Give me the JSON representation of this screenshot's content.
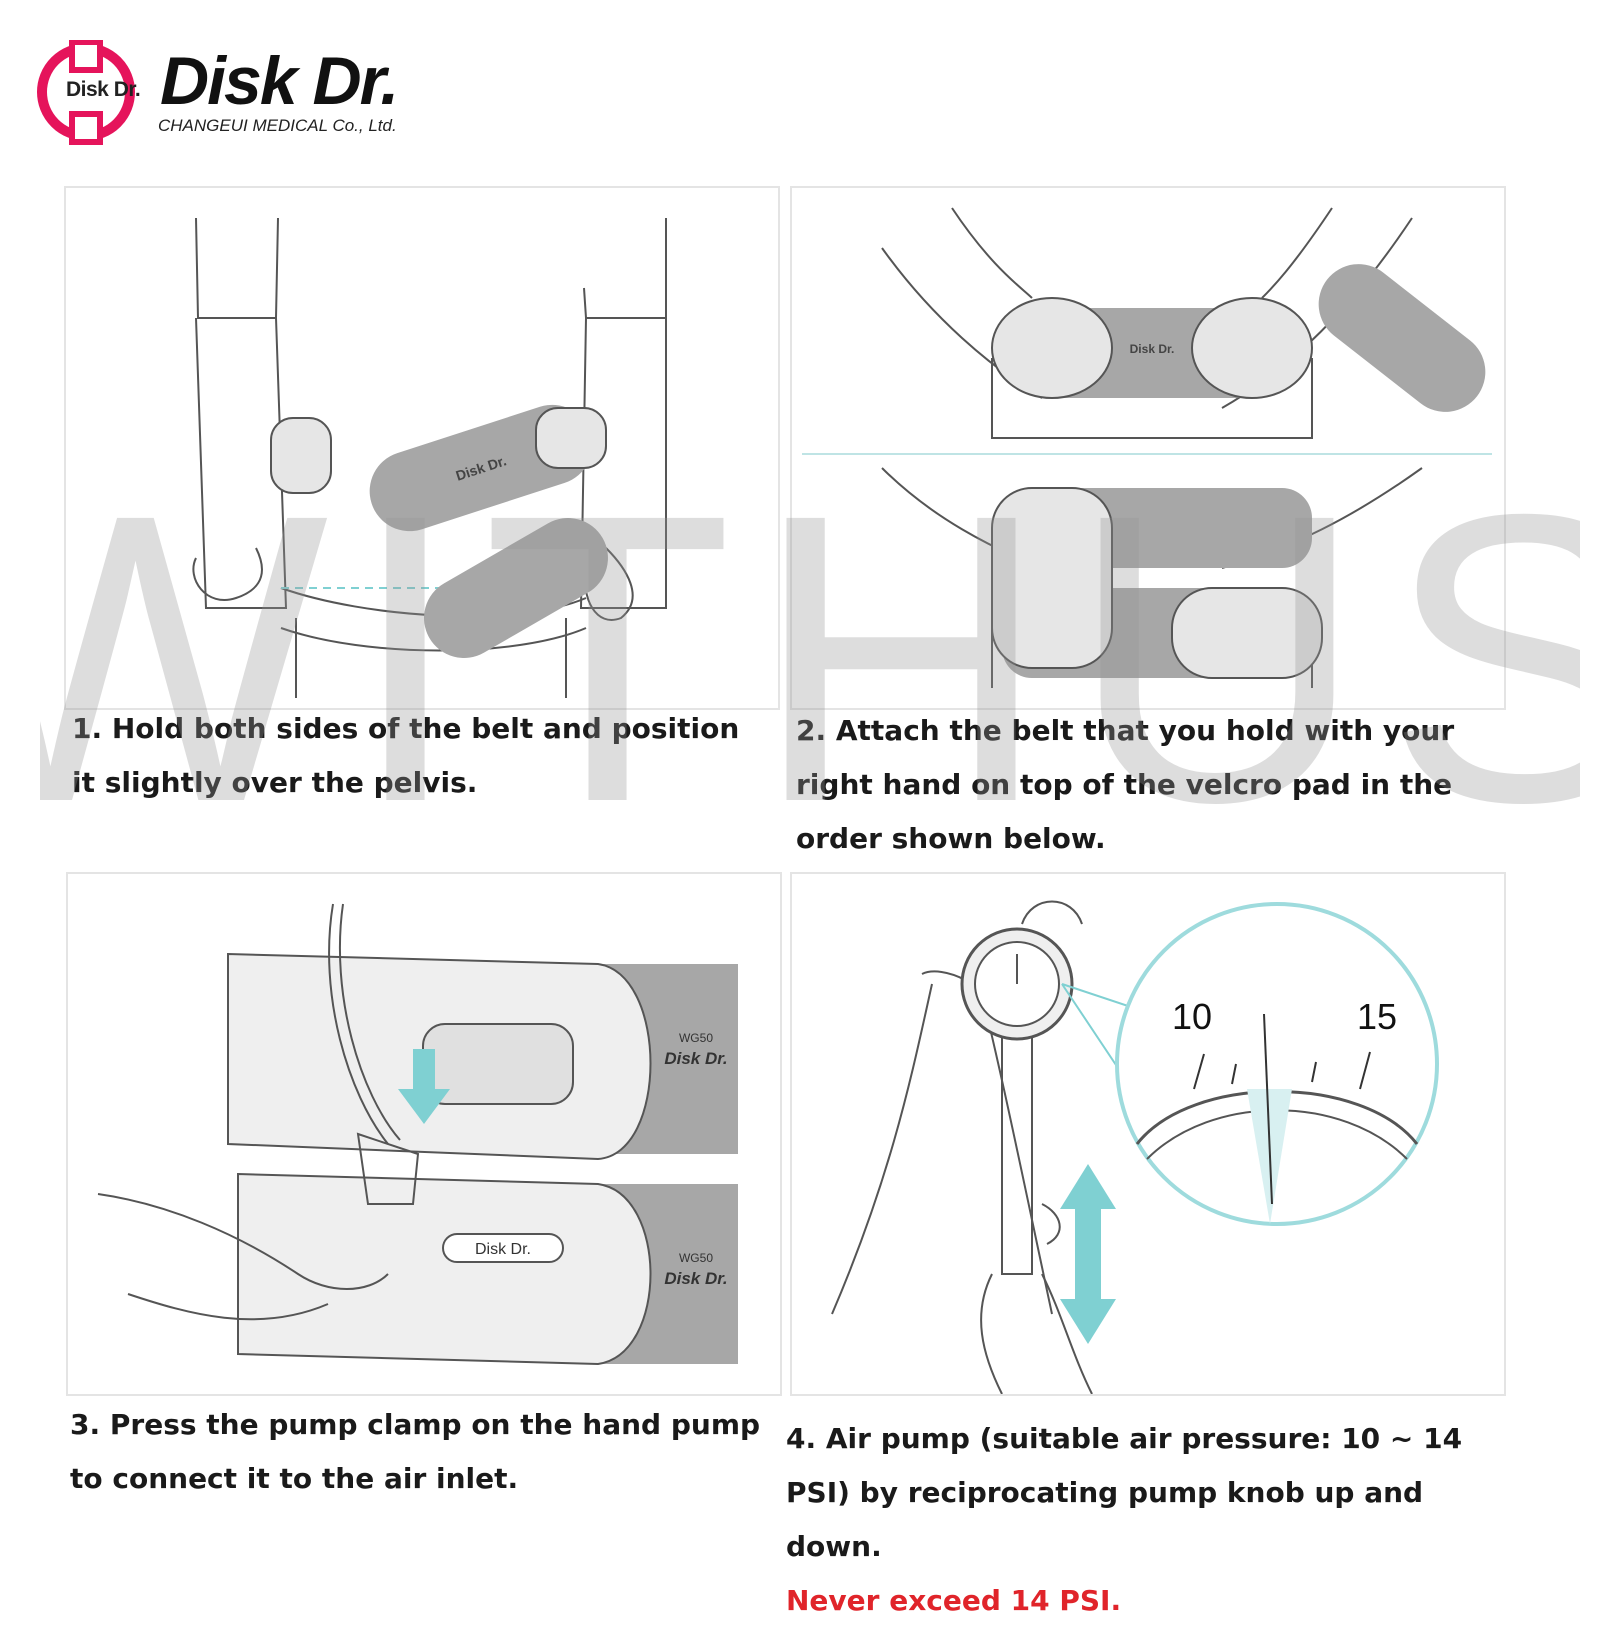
{
  "brand": {
    "logo_mark_text": "Disk Dr.",
    "name": "Disk Dr.",
    "company": "CHANGEUI MEDICAL Co., Ltd.",
    "accent_color": "#e5145b"
  },
  "watermark": {
    "text": "WITHUS"
  },
  "steps": [
    {
      "caption": "1. Hold both sides of the belt and position it slightly over the pelvis.",
      "belt_label": "Disk Dr."
    },
    {
      "caption": "2. Attach the belt that you hold with your right hand on top of the velcro pad in the order shown below.",
      "belt_label": "Disk Dr."
    },
    {
      "caption": "3. Press the pump clamp on the hand pump to connect it to the air inlet.",
      "belt_model": "WG50",
      "belt_label": "Disk Dr.",
      "inlet_label": "Disk Dr."
    },
    {
      "caption": "4. Air pump (suitable air pressure: 10 ~ 14 PSI) by reciprocating pump knob up and down.",
      "warning": "Never exceed 14 PSI.",
      "gauge_labels": [
        "10",
        "15"
      ]
    }
  ],
  "colors": {
    "arrow": "#7fd0d2",
    "belt": "#a7a7a7",
    "warning": "#e0242a",
    "line": "#555555"
  },
  "icons": [
    "medical-cross-icon",
    "down-arrow-icon",
    "updown-arrow-icon",
    "pressure-gauge-icon"
  ]
}
